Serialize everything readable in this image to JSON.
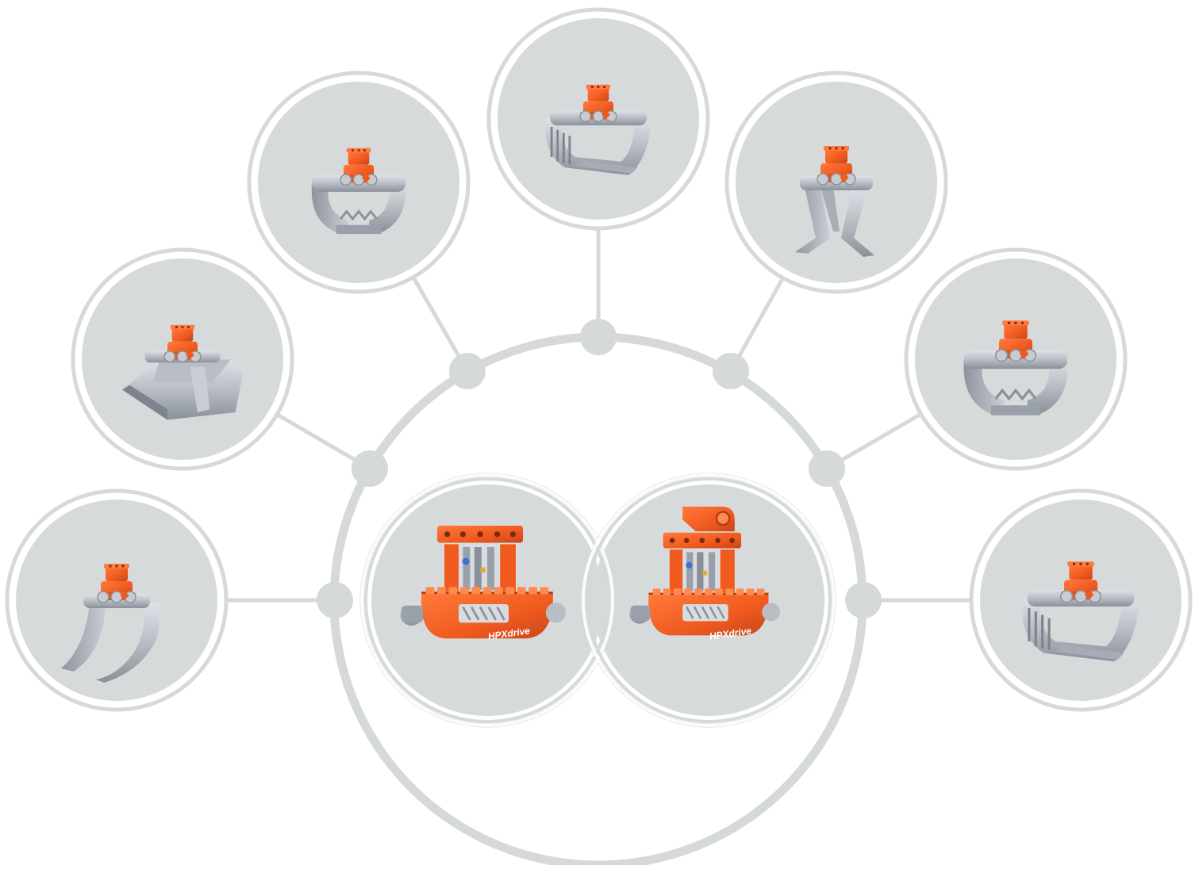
{
  "colors": {
    "ring": "#d6d9da",
    "node_fill": "#d7dadb",
    "node_border": "#d6d9da",
    "background": "#ffffff",
    "accent_orange": "#f05a1e",
    "accent_orange_dark": "#c8451a",
    "steel_light": "#c5c9d0",
    "steel_mid": "#9aa0aa",
    "steel_dark": "#6e747e"
  },
  "center_products": [
    {
      "id": "rotator-cutaway",
      "icon": "hydraulic-rotator-cutaway-icon",
      "label": "HPXdrive"
    },
    {
      "id": "rotator-link-cutaway",
      "icon": "hydraulic-rotator-link-cutaway-icon",
      "label": "HPXdrive"
    }
  ],
  "attachments": [
    {
      "id": "timber-grapple-left",
      "icon": "timber-grapple-icon"
    },
    {
      "id": "clamshell-bucket",
      "icon": "clamshell-bucket-icon"
    },
    {
      "id": "sorting-grapple-round",
      "icon": "sorting-grapple-icon"
    },
    {
      "id": "ribbed-sorting-grapple-top",
      "icon": "ribbed-sorting-grapple-icon"
    },
    {
      "id": "log-grapple",
      "icon": "log-grapple-icon"
    },
    {
      "id": "heavy-sorting-grapple",
      "icon": "heavy-sorting-grapple-icon"
    },
    {
      "id": "ribbed-sorting-grapple-right",
      "icon": "ribbed-sorting-grapple-icon"
    }
  ]
}
